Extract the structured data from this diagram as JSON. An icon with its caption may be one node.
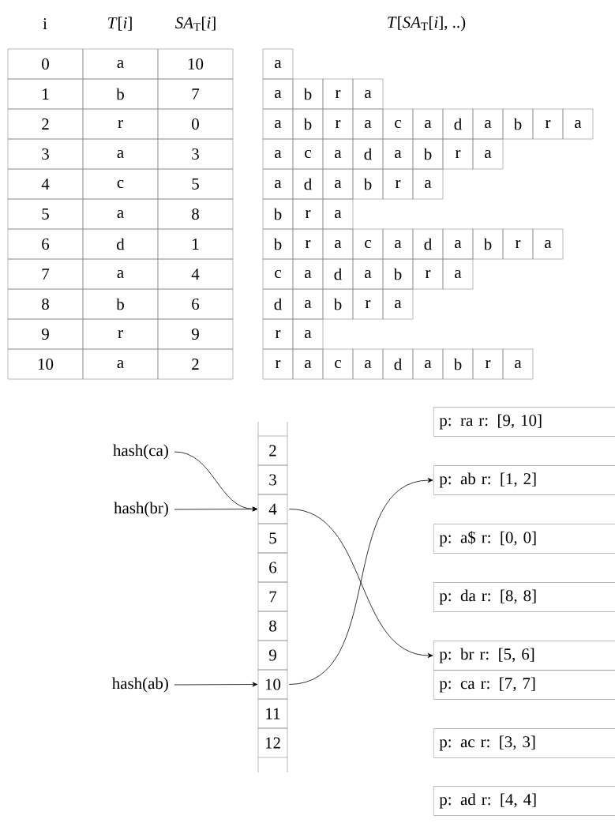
{
  "diagram": {
    "nodes": [
      {
        "text": [
          "hash(ca)"
        ]
      },
      {
        "text": [
          "hash(br)"
        ]
      },
      {
        "text": [
          "hash(ab)"
        ]
      },
      {
        "text": [
          "2"
        ]
      },
      {
        "text": [
          "3"
        ]
      },
      {
        "text": [
          "4"
        ]
      },
      {
        "text": [
          "5"
        ]
      },
      {
        "text": [
          "6"
        ]
      },
      {
        "text": [
          "7"
        ]
      },
      {
        "text": [
          "8"
        ]
      },
      {
        "text": [
          "9"
        ]
      },
      {
        "text": [
          "10"
        ]
      },
      {
        "text": [
          "11"
        ]
      },
      {
        "text": [
          "12"
        ]
      },
      {
        "text": [
          "p: ra r: [9, 10]"
        ]
      },
      {
        "text": [
          "p: ab r: [1, 2]"
        ]
      },
      {
        "text": [
          "p: a$ r: [0, 0]"
        ]
      },
      {
        "text": [
          "p: da r: [8, 8]"
        ]
      },
      {
        "text": [
          "p: br r: [5, 6]"
        ]
      },
      {
        "text": [
          "p: ca r: [7, 7]"
        ]
      },
      {
        "text": [
          "p: ac r: [3, 3]"
        ]
      },
      {
        "text": [
          "p: ad r: [4, 4]"
        ]
      }
    ],
    "edges": [
      {
        "from": 0,
        "to": 5,
        "arrow": "to"
      },
      {
        "from": 1,
        "to": 5,
        "arrow": "to"
      },
      {
        "from": 2,
        "to": 11,
        "arrow": "to"
      },
      {
        "from": 5,
        "to": 18,
        "arrow": "to"
      },
      {
        "from": 11,
        "to": 15,
        "arrow": "to"
      }
    ],
    "labels": [
      "i",
      "*T*[*i*]",
      "*SA*$_{T}$[*i*]",
      "*T*[*SA*$_{T}$[*i*], ..)",
      "0",
      "a",
      "10",
      "a",
      "1",
      "b",
      "7",
      "a",
      "b",
      "r",
      "a",
      "2",
      "r",
      "0",
      "a",
      "b",
      "r",
      "a",
      "c",
      "a",
      "d",
      "a",
      "b",
      "r",
      "a",
      "3",
      "a",
      "3",
      "a",
      "c",
      "a",
      "d",
      "a",
      "b",
      "r",
      "a",
      "4",
      "c",
      "5",
      "a",
      "d",
      "a",
      "b",
      "r",
      "a",
      "5",
      "a",
      "8",
      "b",
      "r",
      "a",
      "6",
      "d",
      "1",
      "b",
      "r",
      "a",
      "c",
      "a",
      "d",
      "a",
      "b",
      "r",
      "a",
      "7",
      "a",
      "4",
      "c",
      "a",
      "d",
      "a",
      "b",
      "r",
      "a",
      "8",
      "b",
      "6",
      "d",
      "a",
      "b",
      "r",
      "a",
      "9",
      "r",
      "9",
      "r",
      "a",
      "10",
      "a",
      "2",
      "r",
      "a",
      "c",
      "a",
      "d",
      "a",
      "b",
      "r",
      "a"
    ]
  }
}
